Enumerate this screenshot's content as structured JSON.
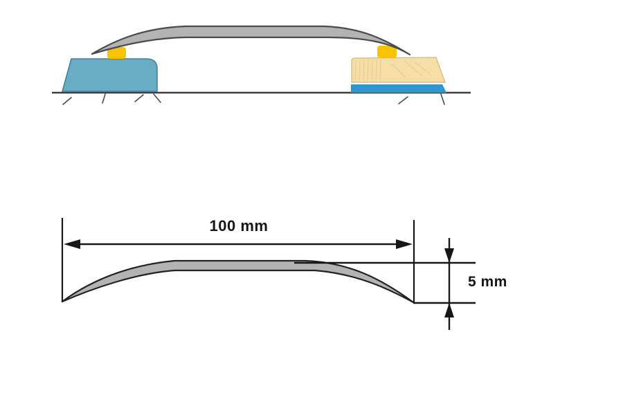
{
  "diagram": {
    "type": "floor-transition-profile-drawing",
    "dimensions": {
      "width_label": "100 mm",
      "height_label": "5 mm"
    }
  },
  "colors": {
    "strip_fill": "#b3b3b3",
    "strip_outline": "#4a4a4a",
    "profile_outline": "#222222",
    "pad_yellow": "#f8c303",
    "left_floor_blue": "#69adc5",
    "left_floor_outline": "#47809a",
    "wood_fill": "#f5dfa7",
    "wood_outline": "#d3b87e",
    "wood_grain": "#e0c184",
    "underlay_blue": "#2f96cf",
    "floor_line": "#3c3c3c",
    "hatch_color": "#4a4a4a",
    "dimension_color": "#161616"
  }
}
